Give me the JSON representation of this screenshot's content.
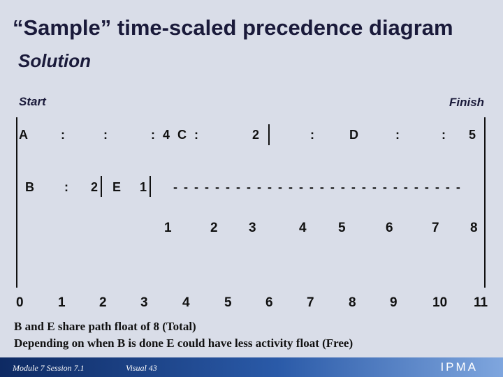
{
  "title": "“Sample” time-scaled precedence diagram",
  "subtitle": "Solution",
  "labels": {
    "start": "Start",
    "finish": "Finish"
  },
  "row_a": [
    "A",
    ":",
    ":",
    ": 4 C :",
    "2",
    ":",
    "D",
    ":",
    ":",
    "5"
  ],
  "row_b": [
    "B",
    ":",
    "2",
    "E",
    "1"
  ],
  "float_dashes": "- - - - - - - - - - - - - - - - - - - - - - - - - - - - - - - - - -",
  "float_scale": [
    "1",
    "2",
    "3",
    "4",
    "5",
    "6",
    "7",
    "8"
  ],
  "time_axis": [
    "0",
    "1",
    "2",
    "3",
    "4",
    "5",
    "6",
    "7",
    "8",
    "9",
    "10",
    "11"
  ],
  "notes": [
    "B and E share path float of 8 (Total)",
    "Depending on when B is done E could have less activity float (Free)"
  ],
  "footer": {
    "module": "Module 7 Session 7.1",
    "visual": "Visual 43",
    "logo": "IPMA"
  },
  "colors": {
    "background": "#d9dde8",
    "footer": "#1f4b93",
    "text": "#111111"
  }
}
